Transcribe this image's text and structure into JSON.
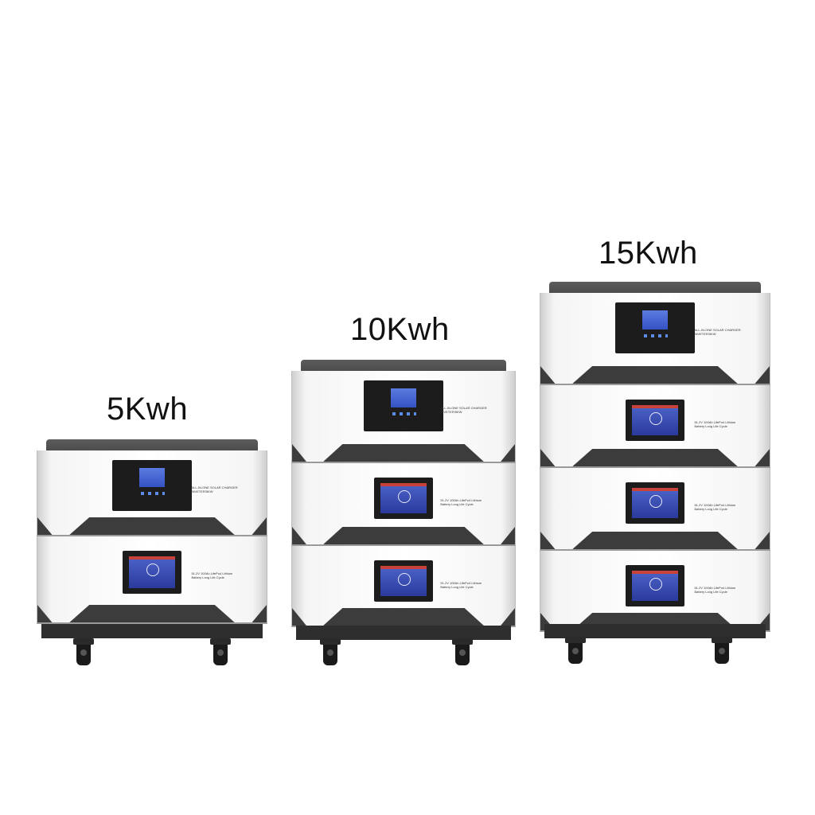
{
  "captions": {
    "small": "5Kwh",
    "medium": "10Kwh",
    "large": "15Kwh"
  },
  "labels": {
    "inverter": "ALL-IN-ONE SOLAR CHARGER INVETER/5KW",
    "battery": "51.2V 100Ah LifePo4 Lithium Battery Long Life Cycle"
  },
  "colors": {
    "body": "#ffffff",
    "trim": "#3c3c3c",
    "screen": "#3552c4"
  }
}
